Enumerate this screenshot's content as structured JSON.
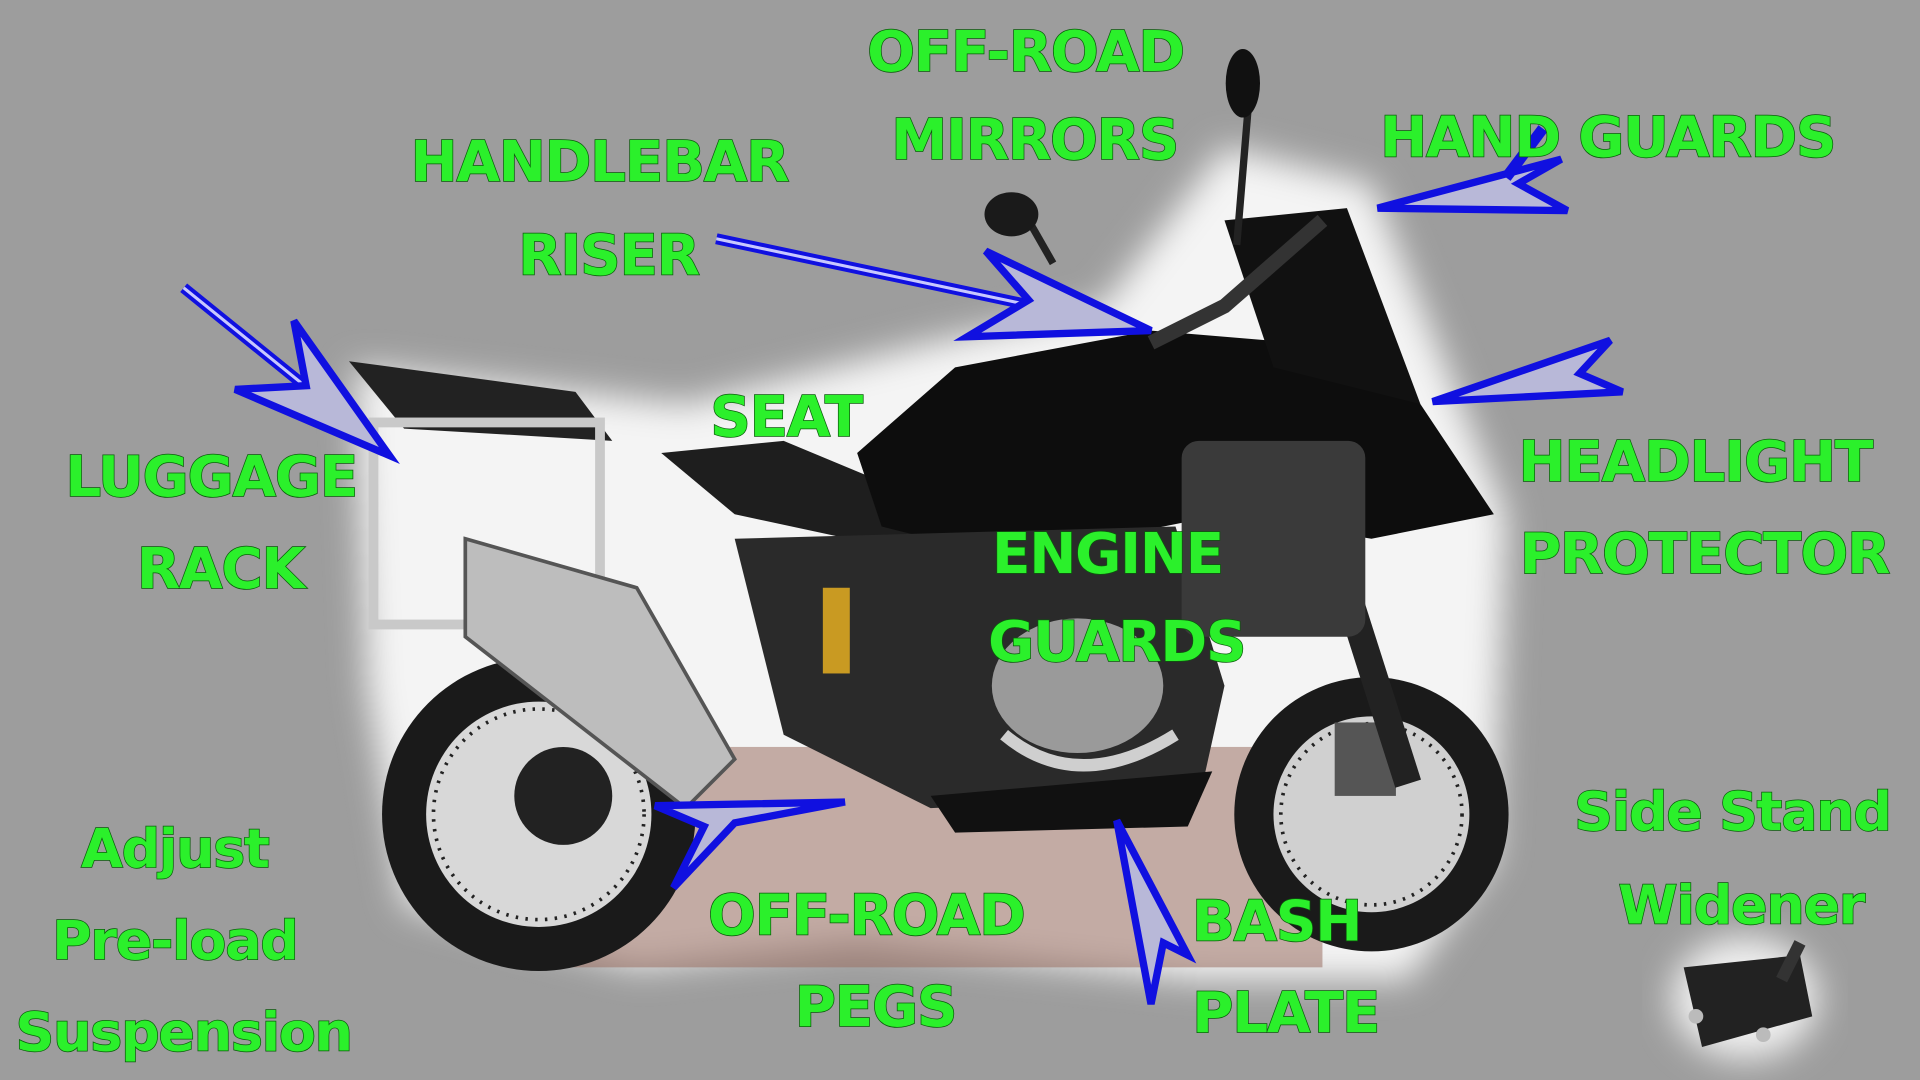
{
  "labels": {
    "mirrors": [
      "OFF-ROAD",
      "MIRRORS"
    ],
    "handlebar_riser": [
      "HANDLEBAR",
      "RISER"
    ],
    "hand_guards": [
      "HAND GUARDS"
    ],
    "luggage_rack": [
      "LUGGAGE",
      "RACK"
    ],
    "seat": [
      "SEAT"
    ],
    "headlight_protector": [
      "HEADLIGHT",
      "PROTECTOR"
    ],
    "engine_guards": [
      "ENGINE",
      "GUARDS"
    ],
    "side_stand_widener": [
      "Side Stand",
      "Widener"
    ],
    "preload_suspension": [
      "Adjust",
      "Pre-load",
      "Suspension"
    ],
    "pegs": [
      "OFF-ROAD",
      "PEGS"
    ],
    "bash_plate": [
      "BASH",
      "PLATE"
    ]
  },
  "colors": {
    "background": "#9d9d9d",
    "label": "#2bf02b",
    "arrow": "#1010e0"
  }
}
